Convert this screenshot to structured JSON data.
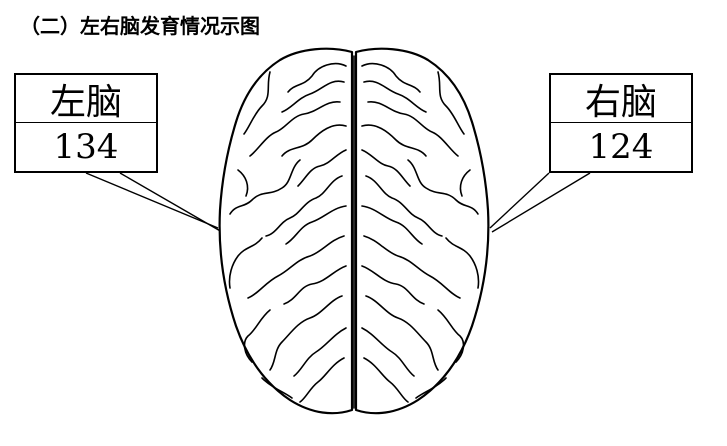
{
  "title": "（二）左右脑发育情况示图",
  "left_hemisphere": {
    "label": "左脑",
    "value": "134"
  },
  "right_hemisphere": {
    "label": "右脑",
    "value": "124"
  },
  "colors": {
    "line": "#000000",
    "background": "#ffffff"
  }
}
